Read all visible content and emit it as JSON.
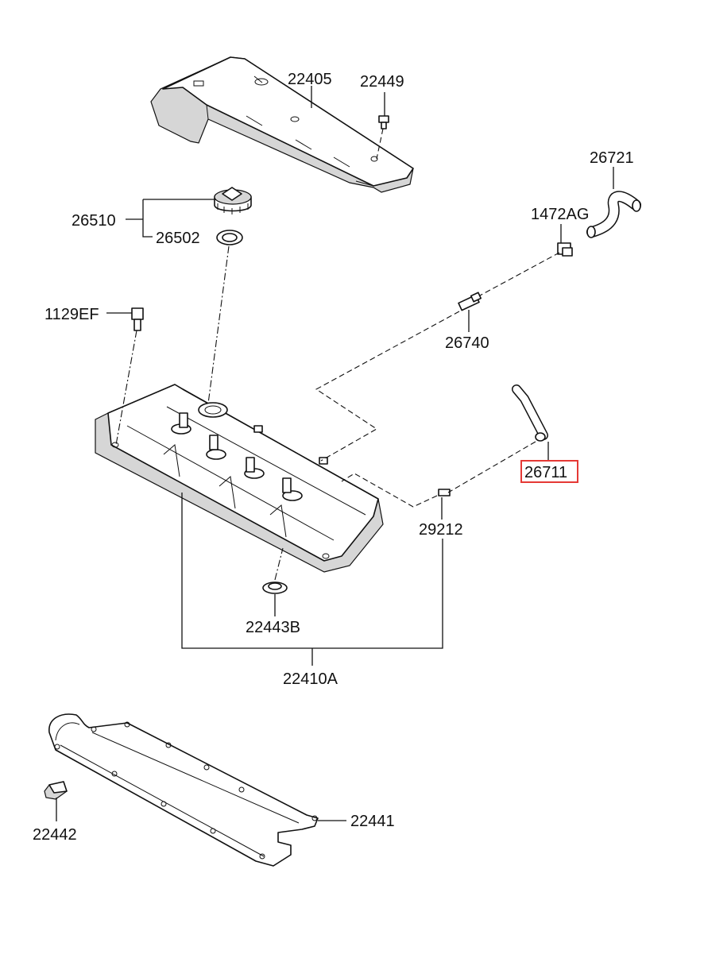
{
  "labels": {
    "p22405": "22405",
    "p22449": "22449",
    "p26721": "26721",
    "p26510": "26510",
    "p1472AG": "1472AG",
    "p26502": "26502",
    "p1129EF": "1129EF",
    "p26740": "26740",
    "p26711": "26711",
    "p29212": "29212",
    "p22443B": "22443B",
    "p22410A": "22410A",
    "p22441": "22441",
    "p22442": "22442"
  },
  "highlight": {
    "part": "26711",
    "color": "#e53935"
  }
}
